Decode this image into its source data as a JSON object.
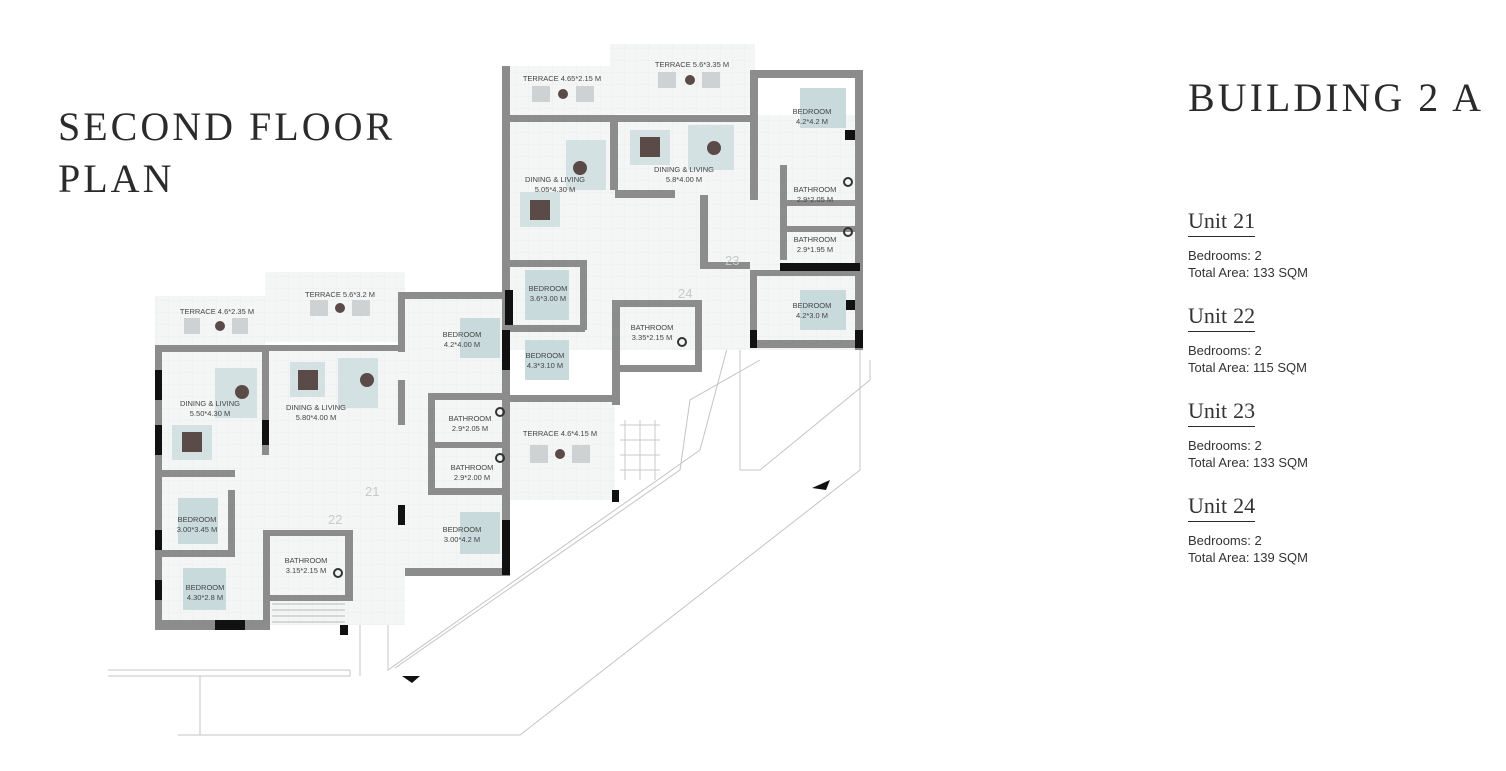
{
  "page_title": {
    "line1": "SECOND  FLOOR",
    "line2": "PLAN"
  },
  "building_title": "BUILDING 2 A",
  "units": [
    {
      "label": "Unit",
      "number": "21",
      "bedrooms": "Bedrooms: 2",
      "area": "Total Area: 133 SQM"
    },
    {
      "label": "Unit",
      "number": "22",
      "bedrooms": "Bedrooms: 2",
      "area": "Total Area: 115 SQM"
    },
    {
      "label": "Unit",
      "number": "23",
      "bedrooms": "Bedrooms: 2",
      "area": "Total Area: 133 SQM"
    },
    {
      "label": "Unit",
      "number": "24",
      "bedrooms": "Bedrooms: 2",
      "area": "Total Area: 139 SQM"
    }
  ],
  "rooms": {
    "terrace_a": {
      "name": "TERRACE 4.6*2.35 M"
    },
    "terrace_b": {
      "name": "TERRACE 5.6*3.2 M"
    },
    "terrace_c": {
      "name": "TERRACE 4.65*2.15 M"
    },
    "terrace_d": {
      "name": "TERRACE 5.6*3.35 M"
    },
    "terrace_e": {
      "name": "TERRACE 4.6*4.15 M"
    },
    "dl_a": {
      "name": "DINING & LIVING",
      "size": "5.50*4.30 M"
    },
    "dl_b": {
      "name": "DINING & LIVING",
      "size": "5.80*4.00 M"
    },
    "dl_c": {
      "name": "DINING & LIVING",
      "size": "5.05*4.30 M"
    },
    "dl_d": {
      "name": "DINING & LIVING",
      "size": "5.8*4.00 M"
    },
    "bed_a": {
      "name": "BEDROOM",
      "size": "3.00*3.45 M"
    },
    "bed_b": {
      "name": "BEDROOM",
      "size": "4.30*2.8 M"
    },
    "bed_c": {
      "name": "BEDROOM",
      "size": "4.2*4.00 M"
    },
    "bed_d": {
      "name": "BEDROOM",
      "size": "3.00*4.2 M"
    },
    "bed_e": {
      "name": "BEDROOM",
      "size": "3.6*3.00 M"
    },
    "bed_f": {
      "name": "BEDROOM",
      "size": "4.3*3.10 M"
    },
    "bed_g": {
      "name": "BEDROOM",
      "size": "4.2*4.2 M"
    },
    "bed_h": {
      "name": "BEDROOM",
      "size": "4.2*3.0 M"
    },
    "bath_a": {
      "name": "BATHROOM",
      "size": "3.15*2.15 M"
    },
    "bath_b": {
      "name": "BATHROOM",
      "size": "2.9*2.05 M"
    },
    "bath_c": {
      "name": "BATHROOM",
      "size": "2.9*2.00 M"
    },
    "bath_d": {
      "name": "BATHROOM",
      "size": "3.35*2.15 M"
    },
    "bath_e": {
      "name": "BATHROOM",
      "size": "2.9*2.05 M"
    },
    "bath_f": {
      "name": "BATHROOM",
      "size": "2.9*1.95 M"
    }
  },
  "unit_markers": {
    "m21": "21",
    "m22": "22",
    "m23": "23",
    "m24": "24"
  },
  "colors": {
    "wall": "#8a8a8a",
    "wall_dark": "#111111",
    "floor": "#f3f4f4",
    "accent": "#c9dadd",
    "furniture": "#5a4a48"
  }
}
